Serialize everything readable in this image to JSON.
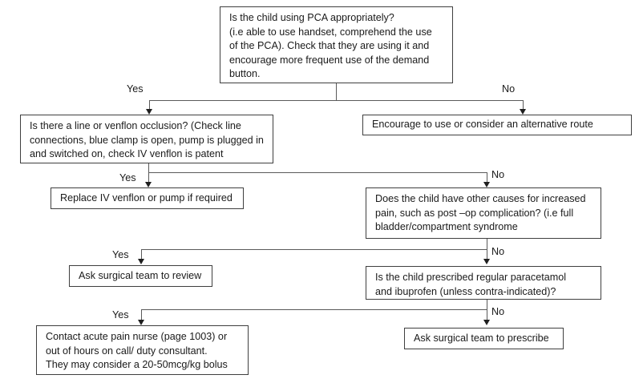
{
  "diagram": {
    "title": "PCA appropriateness decision flowchart",
    "line_color": "#5a5a5a",
    "box_border_color": "#3f3f3f",
    "text_color": "#1a1a1a",
    "background": "#ffffff"
  },
  "nodes": {
    "root_question": "  Is the child using PCA appropriately?\n(i.e able to use handset, comprehend the use\nof the PCA). Check that they are using it and\nencourage more frequent use of the demand\nbutton.",
    "occlusion_question": "Is there a line or venflon occlusion? (Check line\nconnections, blue clamp is open, pump is plugged in\nand switched on, check IV venflon is patent",
    "alternative_route": "Encourage to use or consider an alternative route",
    "replace_venflon": "Replace IV venflon or pump if required",
    "other_causes_question": "Does the child have other causes for increased\npain, such as post –op complication? (i.e full\nbladder/compartment syndrome",
    "ask_review": "Ask surgical team to review",
    "regular_analgesia_question": "Is the child prescribed regular paracetamol\nand ibuprofen (unless contra-indicated)?",
    "contact_pain_nurse": "Contact acute pain nurse (page 1003) or\nout of hours on call/ duty consultant.\nThey may consider a 20-50mcg/kg bolus",
    "ask_prescribe": "Ask surgical team to prescribe"
  },
  "edge_labels": {
    "root_yes": "Yes",
    "root_no": "No",
    "occlusion_yes": "Yes",
    "occlusion_no": "No",
    "other_causes_yes": "Yes",
    "other_causes_no": "No",
    "analgesia_yes": "Yes",
    "analgesia_no": "No"
  }
}
